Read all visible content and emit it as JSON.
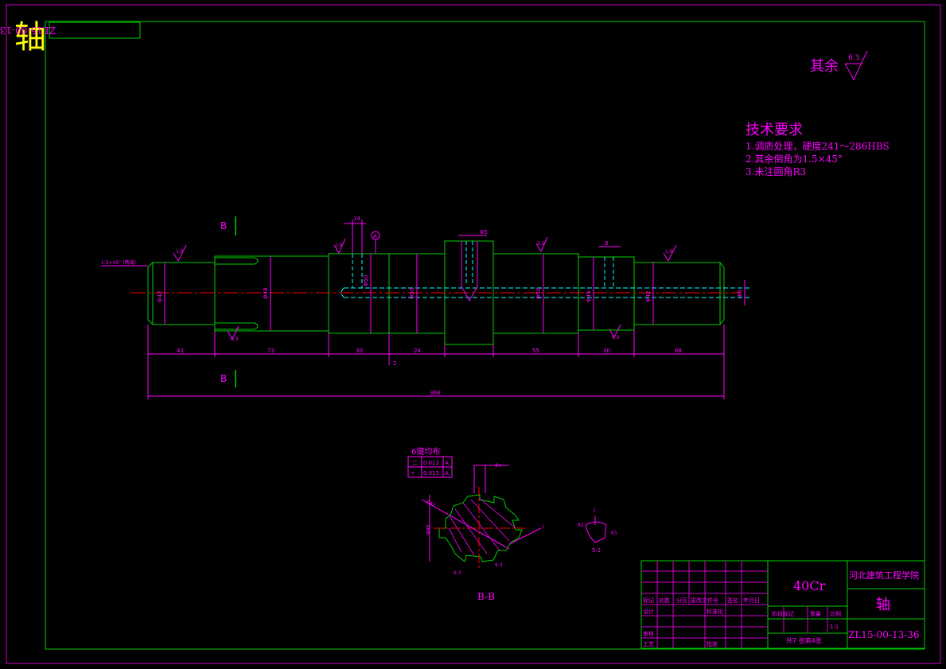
{
  "corner_title": "轴",
  "drawing_code_top": "ZL15-00-13-36",
  "roughness_note": {
    "label": "其余",
    "value": "6.3"
  },
  "tech_requirements": {
    "heading": "技术要求",
    "items": [
      "1.调质处理，硬度241～286HBS",
      "2.其余倒角为1.5×45°",
      "3.未注圆角R3"
    ]
  },
  "section_marks": {
    "top": "B",
    "bottom": "B"
  },
  "chamfer_note": "1.5×45° (两端)",
  "dimensions": {
    "segments": [
      "43",
      "73",
      "30",
      "24",
      "55",
      "30",
      "68"
    ],
    "step": "2",
    "total": "368",
    "diameters": [
      "Φ42",
      "Φ48",
      "Φ50",
      "Φ50",
      "Φ50",
      "Φ45",
      "Φ42",
      "Φ8"
    ],
    "key_widths": [
      "14",
      "8"
    ],
    "hole_dia": "Φ5",
    "roughness": [
      "1.6",
      "6.3",
      "1.6",
      "3.2",
      "6.3",
      "1.6",
      "6.3"
    ],
    "datum": "A"
  },
  "section_view": {
    "label": "B-B",
    "note": "6键均布",
    "tol_rows": [
      [
        "二",
        "0.012",
        "A"
      ],
      [
        "⌖",
        "0.015",
        "A"
      ]
    ],
    "callouts": [
      "8×",
      "Φ42",
      "Φ48",
      "6.3",
      "6.3",
      "I"
    ]
  },
  "detail_view": {
    "label": "I",
    "scale": "5:1",
    "radii": [
      "R1",
      "R1"
    ]
  },
  "title_block": {
    "material": "40Cr",
    "school": "河北建筑工程学院",
    "part_name": "轴",
    "code": "ZL15-00-13-36",
    "scale": "1:1",
    "sheet": "共7 张第4张",
    "labels": [
      "标记",
      "处数",
      "分区",
      "更改文件号",
      "签名",
      "年月日",
      "设计",
      "标准化",
      "审核",
      "工艺",
      "批准",
      "阶段标记",
      "重量",
      "比例"
    ]
  }
}
